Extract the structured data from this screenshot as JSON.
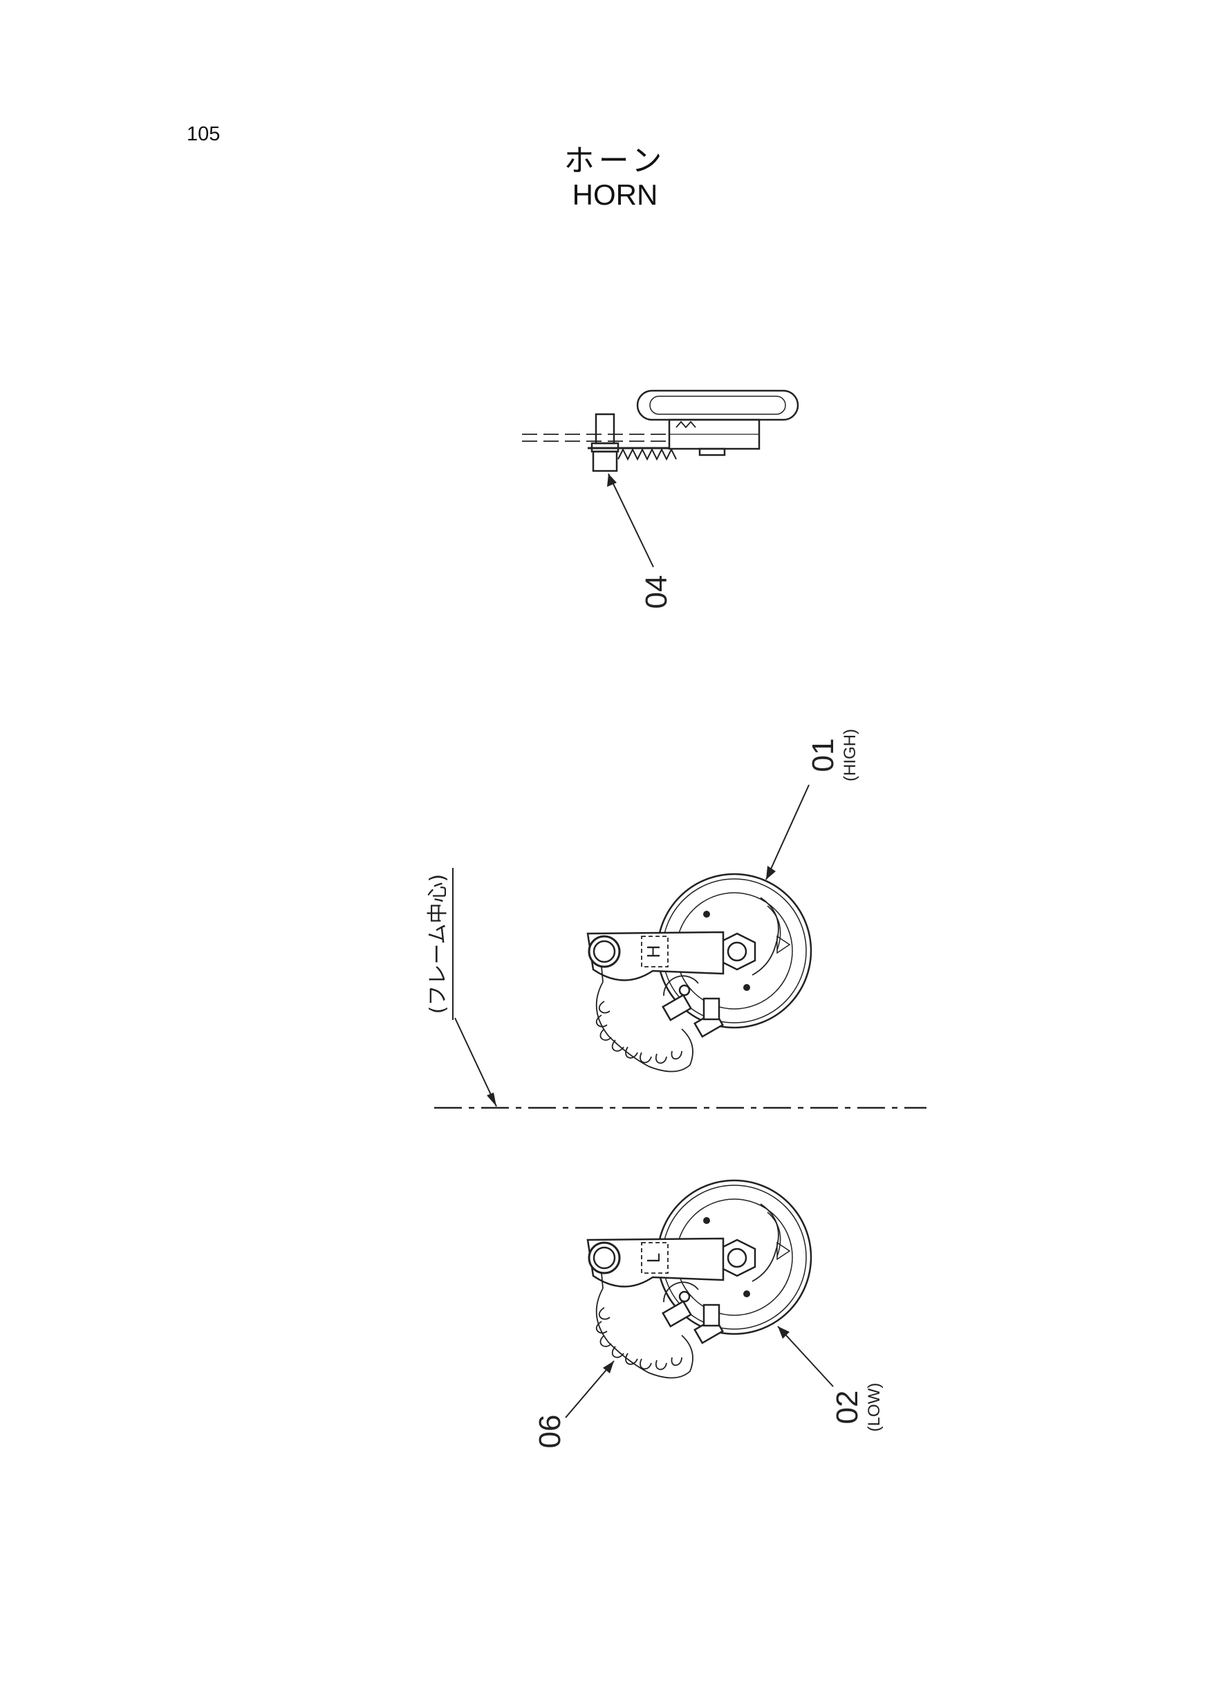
{
  "page_number": "105",
  "title_jp": "ホーン",
  "title_en": "HORN",
  "labels": {
    "part_04": "04",
    "part_01": "01",
    "part_01_note": "(HIGH)",
    "part_02": "02",
    "part_02_note": "(LOW)",
    "part_06": "06",
    "frame_center": "(フレーム中心)",
    "mark_high": "H",
    "mark_low": "L"
  }
}
